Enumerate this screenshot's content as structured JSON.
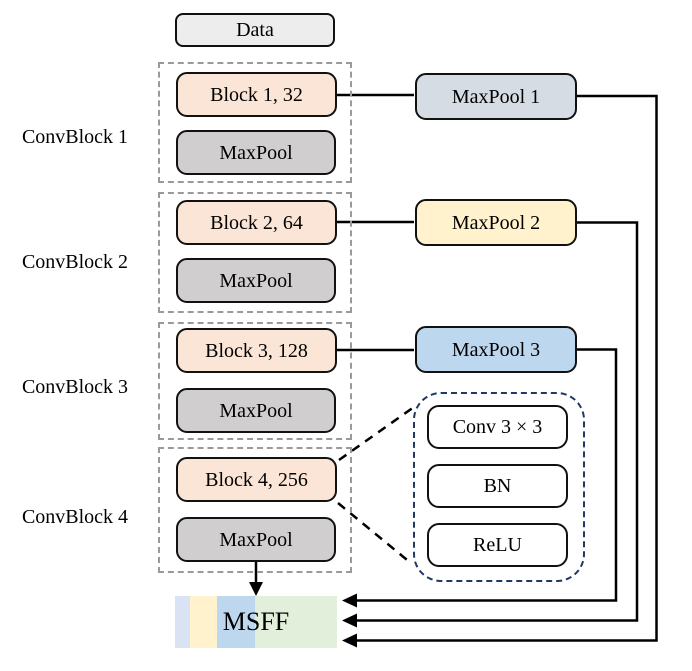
{
  "diagram": {
    "input_label": "Data",
    "conv_blocks": [
      {
        "group_label": "ConvBlock 1",
        "block_label": "Block 1, 32",
        "pool_label": "MaxPool"
      },
      {
        "group_label": "ConvBlock 2",
        "block_label": "Block 2, 64",
        "pool_label": "MaxPool"
      },
      {
        "group_label": "ConvBlock 3",
        "block_label": "Block 3, 128",
        "pool_label": "MaxPool"
      },
      {
        "group_label": "ConvBlock 4",
        "block_label": "Block 4, 256",
        "pool_label": "MaxPool"
      }
    ],
    "pool_outputs": [
      {
        "label": "MaxPool 1",
        "fill": "#d6dce4"
      },
      {
        "label": "MaxPool 2",
        "fill": "#fff2cc"
      },
      {
        "label": "MaxPool 3",
        "fill": "#bdd7ee"
      }
    ],
    "block_detail": {
      "items": [
        "Conv 3 × 3",
        "BN",
        "ReLU"
      ],
      "border_color": "#1f3864"
    },
    "fusion": {
      "label": "MSFF",
      "segment_colors": [
        "#dae3f3",
        "#fff2cc",
        "#bdd7ee",
        "#e2efda"
      ]
    },
    "colors": {
      "block_fill": "#fbe5d6",
      "inner_pool_fill": "#d0cece",
      "data_fill": "#ededed",
      "group_dash": "#9a9a9a",
      "line": "#000000"
    }
  }
}
